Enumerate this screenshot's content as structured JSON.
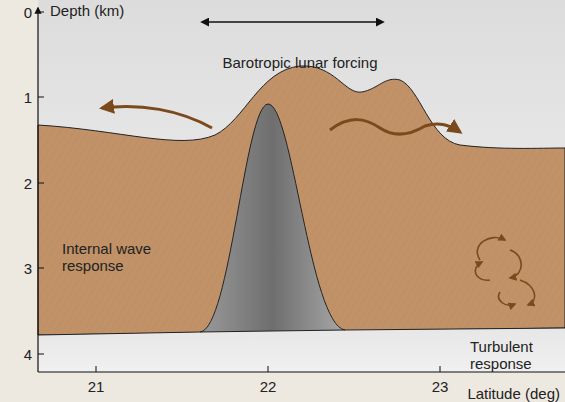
{
  "diagram": {
    "labels": [
      "Depth (km)",
      "0",
      "1",
      "2",
      "3",
      "4",
      "Barotropic lunar forcing",
      "Internal wave response",
      "Turbulent response",
      "21",
      "22",
      "23",
      "Latitude (deg)"
    ]
  }
}
